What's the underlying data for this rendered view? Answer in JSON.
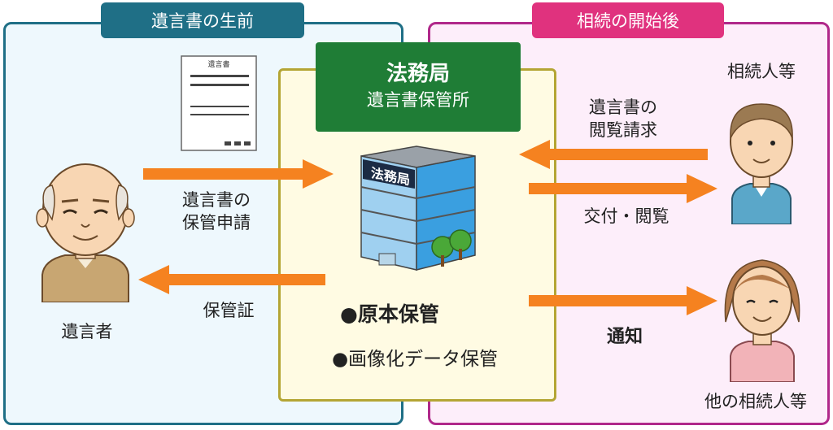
{
  "sections": {
    "before": {
      "title": "遺言書の生前"
    },
    "after": {
      "title": "相続の開始後"
    }
  },
  "office": {
    "title": "法務局",
    "subtitle": "遺言書保管所",
    "building_sign": "法務局"
  },
  "document": {
    "title": "遺言書"
  },
  "people": {
    "testator": "遺言者",
    "heir": "相続人等",
    "other_heirs": "他の相続人等"
  },
  "flows": {
    "application": {
      "line1": "遺言書の",
      "line2": "保管申請"
    },
    "certificate": "保管証",
    "request": {
      "line1": "遺言書の",
      "line2": "閲覧請求"
    },
    "delivery": "交付・閲覧",
    "notice": "通知"
  },
  "features": [
    "●原本保管",
    "●画像化データ保管"
  ],
  "colors": {
    "before_accent": "#1f6f86",
    "after_accent": "#e0327e",
    "office_header": "#1f7d36",
    "arrow": "#f58220"
  }
}
